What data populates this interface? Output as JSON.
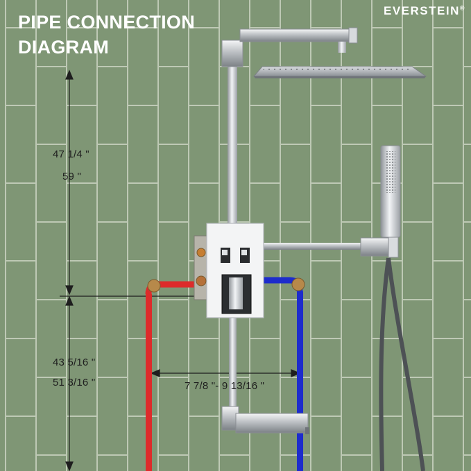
{
  "title": {
    "line1": "PIPE CONNECTION",
    "line2": "DIAGRAM"
  },
  "brand": {
    "logo_text": "EVERSTEIN",
    "trademark": "®"
  },
  "dimensions": {
    "upper_in": "47 1/4 \"",
    "upper_cm": "59 \"",
    "lower_in": "43 5/16 \"",
    "lower_cm": "51 3/16 \"",
    "horizontal": "7 7/8 \"- 9 13/16 \""
  },
  "colors": {
    "wall_tile": "#7f9675",
    "grout": "#c9d2c1",
    "hot_line": "#dd2b2b",
    "cold_line": "#1d2ccc",
    "chrome": "#c8ccd0",
    "valve_trim": "#f3f4f5"
  }
}
